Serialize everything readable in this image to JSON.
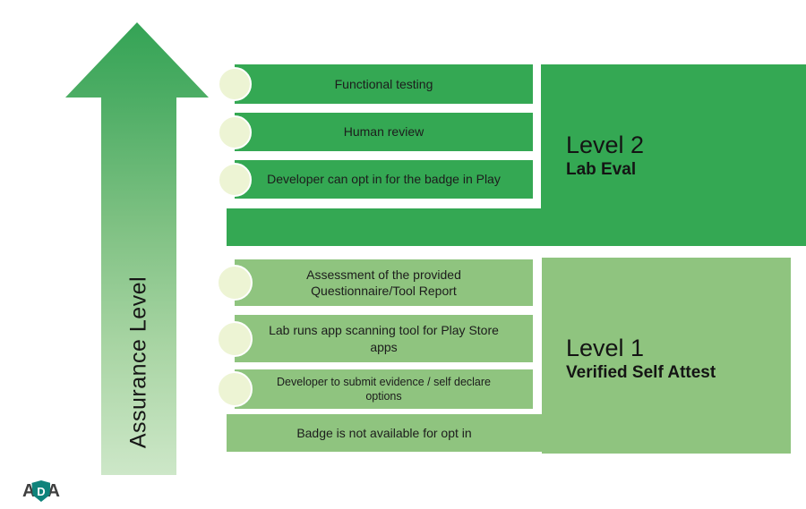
{
  "arrow": {
    "label": "Assurance Level"
  },
  "levels": [
    {
      "title": "Level 2",
      "subtitle": "Lab Eval",
      "items": [
        "Functional testing",
        "Human review",
        "Developer can opt in for the badge in Play"
      ]
    },
    {
      "title": "Level 1",
      "subtitle": "Verified Self Attest",
      "items": [
        "Assessment of the provided\nQuestionnaire/Tool Report",
        "Lab runs app scanning tool for Play Store\napps",
        "Developer to submit evidence / self declare\noptions"
      ],
      "footer": "Badge is not available for opt in"
    }
  ],
  "logo": {
    "prefix": "A",
    "shield": "D",
    "suffix": "A"
  },
  "colors": {
    "level2": "#34a853",
    "level1": "#8fc47f",
    "circle": "#edf4d4",
    "arrow_top": "#34a355",
    "arrow_bottom": "#cde7c8",
    "logo_shield": "#0f837b",
    "logo_text": "#3f3f3f"
  }
}
